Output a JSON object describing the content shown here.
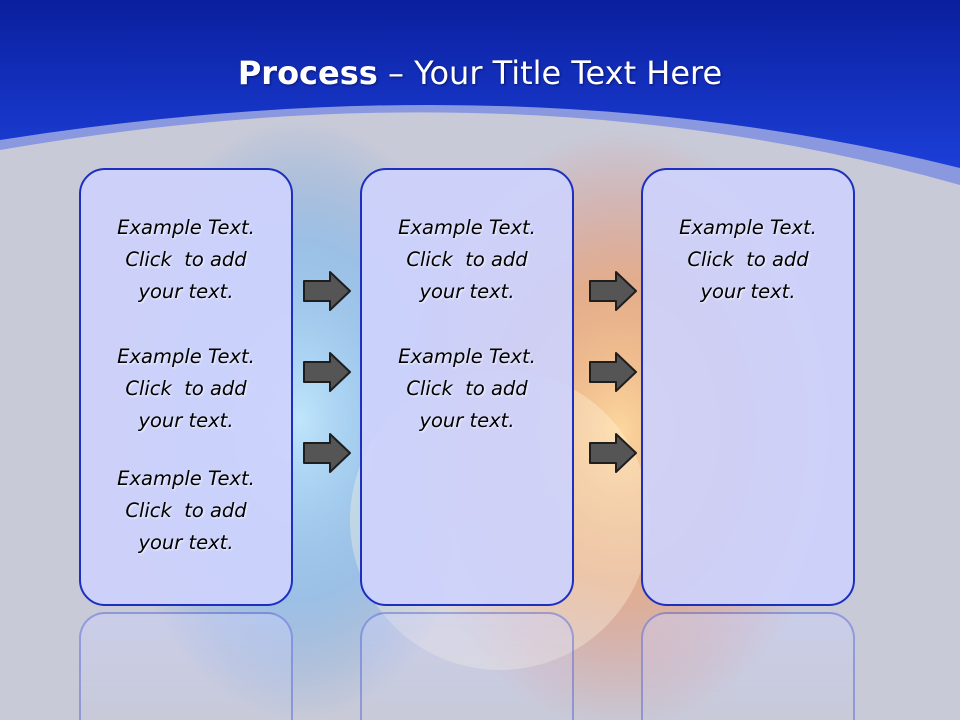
{
  "slide": {
    "title_bold": "Process",
    "title_rest": " – Your Title Text Here",
    "colors": {
      "header_blue": "#1530c8",
      "box_fill": "#cdd2fc",
      "box_border": "#1c2fbf",
      "arrow_fill": "#555555"
    },
    "boxes": [
      {
        "blocks": [
          {
            "line1": "Example Text.",
            "line2": "Click  to add",
            "line3": "your text."
          },
          {
            "line1": "Example Text.",
            "line2": "Click  to add",
            "line3": "your text."
          },
          {
            "line1": "Example Text.",
            "line2": "Click  to add",
            "line3": "your text."
          }
        ]
      },
      {
        "blocks": [
          {
            "line1": "Example Text.",
            "line2": "Click  to add",
            "line3": "your text."
          },
          {
            "line1": "Example Text.",
            "line2": "Click  to add",
            "line3": "your text."
          }
        ]
      },
      {
        "blocks": [
          {
            "line1": "Example Text.",
            "line2": "Click  to add",
            "line3": "your text."
          }
        ]
      }
    ],
    "arrow_icon": "right-arrow-icon"
  }
}
